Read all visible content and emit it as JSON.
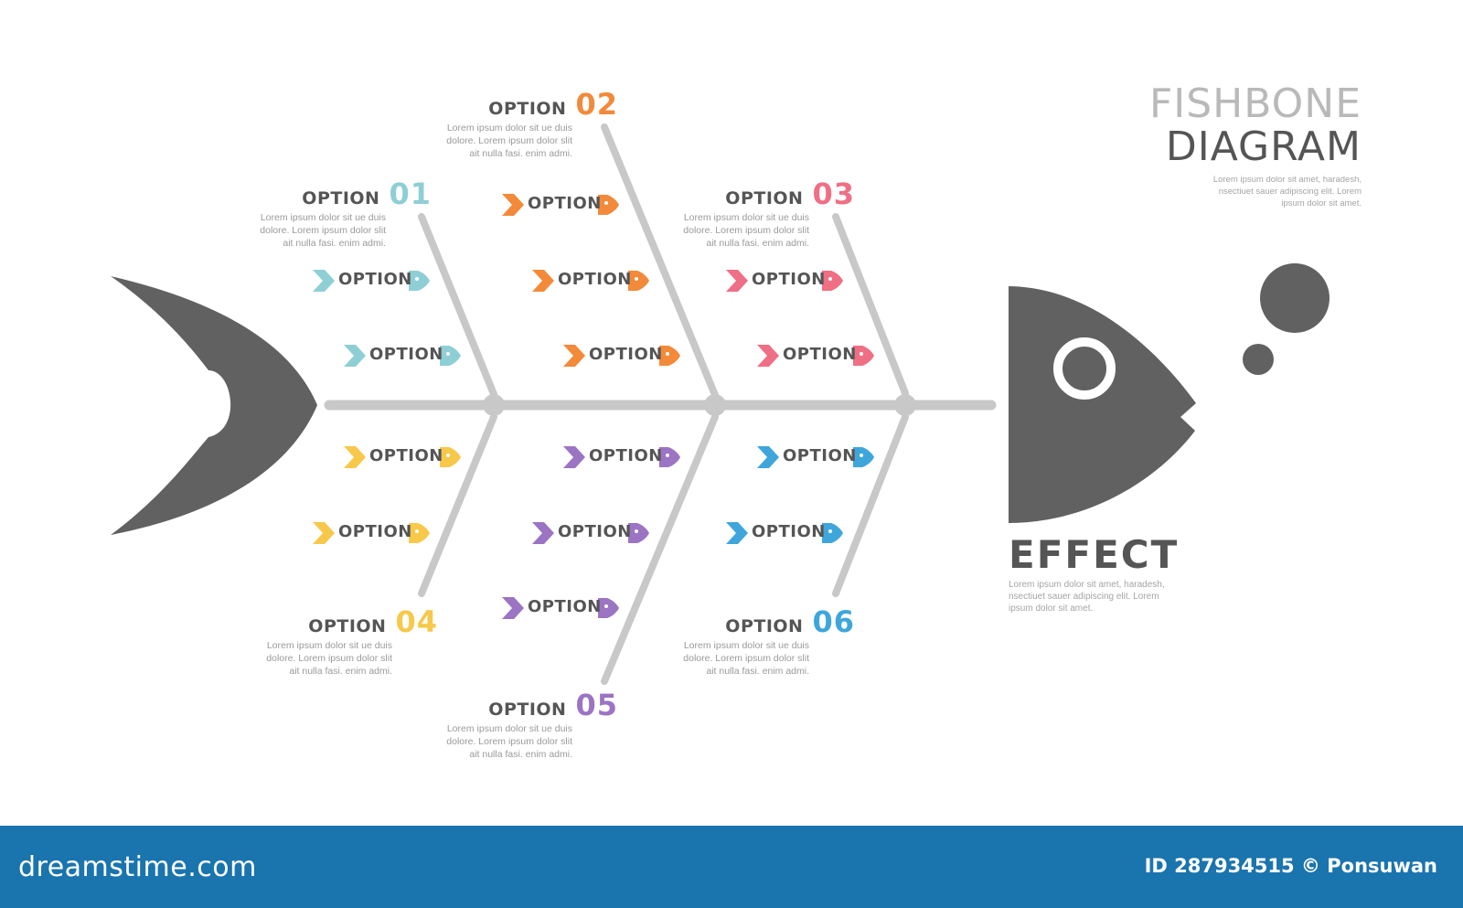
{
  "title": {
    "line1": "FISHBONE",
    "line2": "DIAGRAM",
    "description": [
      "Lorem ipsum dolor sit amet, haradesh,",
      "nsectiuet sauer adipiscing elit. Lorem",
      "ipsum dolor sit amet."
    ]
  },
  "effect": {
    "label": "EFFECT",
    "description": [
      "Lorem ipsum dolor sit amet, haradesh,",
      "nsectiuet sauer adipiscing elit. Lorem",
      "ipsum dolor sit amet."
    ]
  },
  "categories": [
    {
      "label": "OPTION",
      "number": "01",
      "color": "#8ecfd5",
      "description": [
        "Lorem ipsum dolor sit ue duis",
        "dolore. Lorem ipsum dolor slit",
        "ait nulla fasi. enim admi."
      ],
      "causes": [
        "OPTION",
        "OPTION"
      ]
    },
    {
      "label": "OPTION",
      "number": "02",
      "color": "#f28a3a",
      "description": [
        "Lorem ipsum dolor sit ue duis",
        "dolore. Lorem ipsum dolor slit",
        "ait nulla fasi. enim admi."
      ],
      "causes": [
        "OPTION",
        "OPTION",
        "OPTION"
      ]
    },
    {
      "label": "OPTION",
      "number": "03",
      "color": "#ef6f84",
      "description": [
        "Lorem ipsum dolor sit ue duis",
        "dolore. Lorem ipsum dolor slit",
        "ait nulla fasi. enim admi."
      ],
      "causes": [
        "OPTION",
        "OPTION"
      ]
    },
    {
      "label": "OPTION",
      "number": "04",
      "color": "#f7c84a",
      "description": [
        "Lorem ipsum dolor sit ue duis",
        "dolore. Lorem ipsum dolor slit",
        "ait nulla fasi. enim admi."
      ],
      "causes": [
        "OPTION",
        "OPTION"
      ]
    },
    {
      "label": "OPTION",
      "number": "05",
      "color": "#9b74c4",
      "description": [
        "Lorem ipsum dolor sit ue duis",
        "dolore. Lorem ipsum dolor slit",
        "ait nulla fasi. enim admi."
      ],
      "causes": [
        "OPTION",
        "OPTION",
        "OPTION"
      ]
    },
    {
      "label": "OPTION",
      "number": "06",
      "color": "#3fa6dc",
      "description": [
        "Lorem ipsum dolor sit ue duis",
        "dolore. Lorem ipsum dolor slit",
        "ait nulla fasi. enim admi."
      ],
      "causes": [
        "OPTION",
        "OPTION"
      ]
    }
  ],
  "colors": {
    "fish": "#616161",
    "bone": "#c8c8c8",
    "footer": "#1a74ae"
  },
  "footer": {
    "logo": "dreamstime.com",
    "id_credit": "ID 287934515 © Ponsuwan"
  }
}
